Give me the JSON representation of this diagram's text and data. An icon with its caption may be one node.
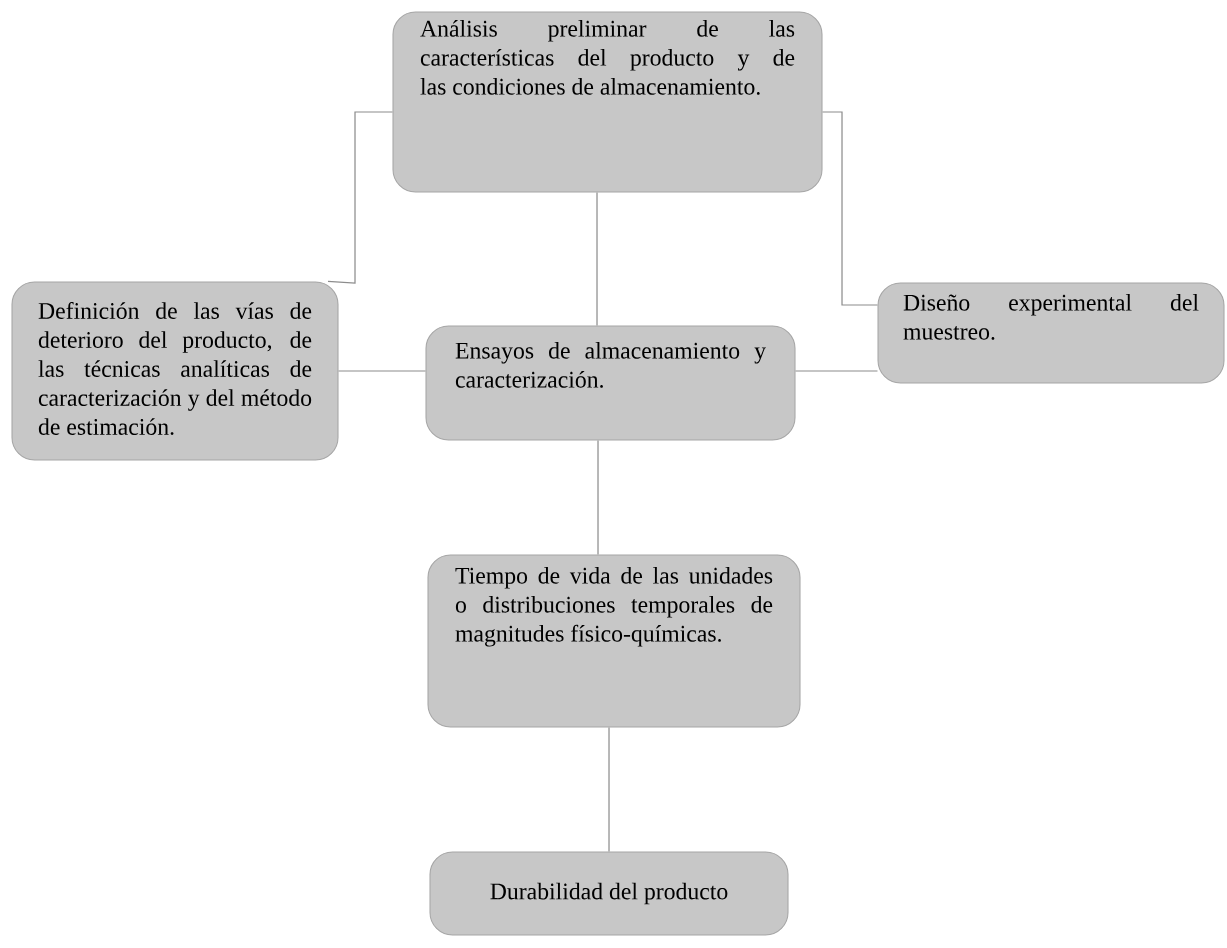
{
  "diagram": {
    "nodes": [
      {
        "text": [
          "Análisis preliminar de las características del producto y de las condiciones de almacenamiento."
        ]
      },
      {
        "text": [
          "Definición de las vías de deterioro del producto, de las técnicas analíticas de caracterización y del método de estimación."
        ]
      },
      {
        "text": [
          "Ensayos de almacenamiento y caracterización."
        ]
      },
      {
        "text": [
          "Diseño experimental del muestreo."
        ]
      },
      {
        "text": [
          "Tiempo de vida de las unidades o distribuciones temporales de magnitudes físico-químicas."
        ]
      },
      {
        "text": [
          "Durabilidad del producto"
        ]
      }
    ],
    "edges": [
      {
        "from": 0,
        "to": 1,
        "arrow": "none"
      },
      {
        "from": 0,
        "to": 2,
        "arrow": "none"
      },
      {
        "from": 0,
        "to": 3,
        "arrow": "none"
      },
      {
        "from": 1,
        "to": 2,
        "arrow": "none"
      },
      {
        "from": 2,
        "to": 3,
        "arrow": "none"
      },
      {
        "from": 2,
        "to": 4,
        "arrow": "none"
      },
      {
        "from": 4,
        "to": 5,
        "arrow": "none"
      }
    ]
  }
}
